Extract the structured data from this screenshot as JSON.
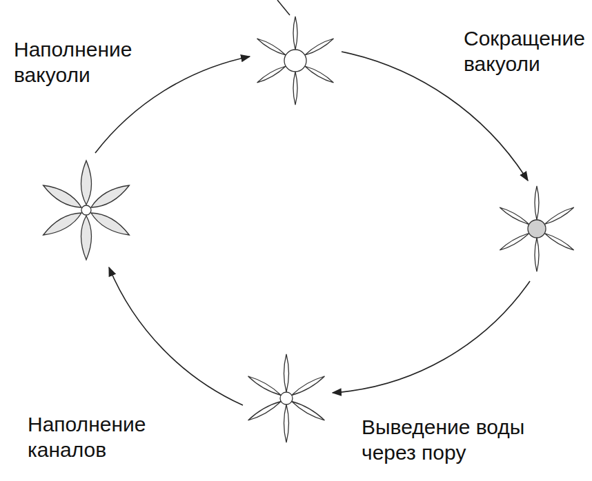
{
  "diagram": {
    "labels": [
      "Наполнение вакуоли",
      "Сокращение вакуоли",
      "Выведение воды через пору",
      "Наполнение каналов"
    ]
  }
}
